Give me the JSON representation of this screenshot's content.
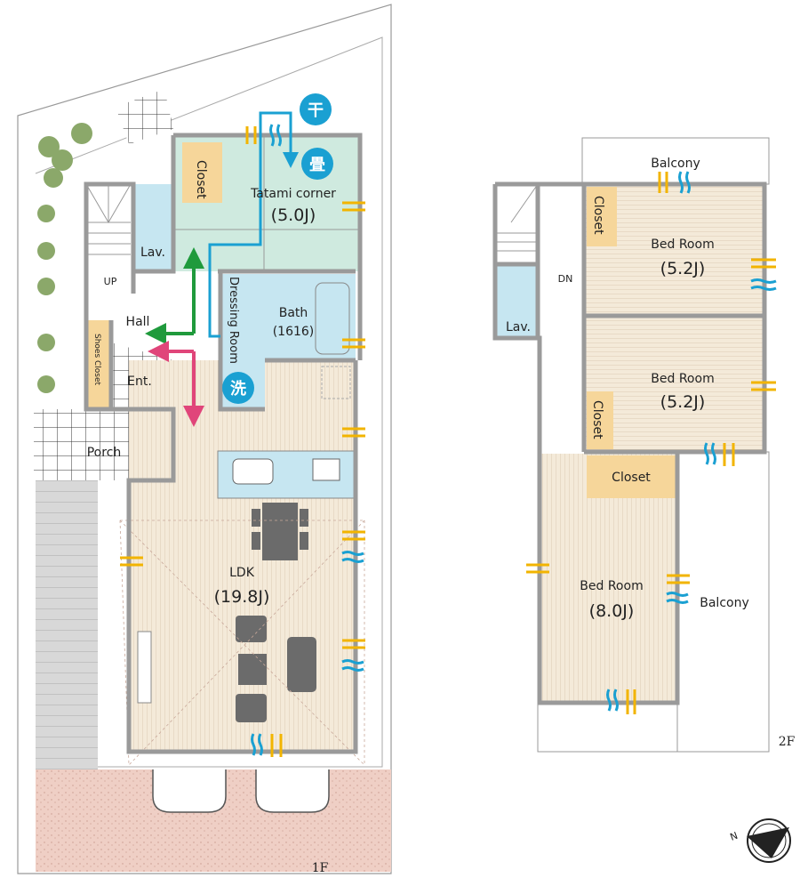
{
  "colors": {
    "tatami": "#cfeadf",
    "wet": "#c6e6f1",
    "closet": "#f6d69a",
    "wood": "#f4ead9",
    "parking": "#efcfc5",
    "wall": "#9a9a9a",
    "accent_blue": "#1aa0d2",
    "arrow_green": "#1f9a3c",
    "arrow_pink": "#e0457a",
    "window_yellow": "#f2b400"
  },
  "floor1": {
    "label": "1F",
    "rooms": {
      "tatami": "Tatami corner",
      "tatami_size": "(5.0J)",
      "closet": "Closet",
      "lav": "Lav.",
      "up": "UP",
      "hall": "Hall",
      "shoes_closet": "Shoes Closet",
      "ent": "Ent.",
      "porch": "Porch",
      "dressing": "Dressing Room",
      "bath": "Bath",
      "bath_size": "(1616)",
      "ldk": "LDK",
      "ldk_size": "(19.8J)"
    },
    "badges": {
      "drying": "干",
      "tatami": "畳",
      "washing": "洗"
    }
  },
  "floor2": {
    "label": "2F",
    "rooms": {
      "balcony_top": "Balcony",
      "closet1": "Closet",
      "bed1": "Bed Room",
      "bed1_size": "(5.2J)",
      "dn": "DN",
      "lav": "Lav.",
      "bed2": "Bed Room",
      "bed2_size": "(5.2J)",
      "closet2": "Closet",
      "closet3": "Closet",
      "bed3": "Bed Room",
      "bed3_size": "(8.0J)",
      "balcony_right": "Balcony"
    }
  },
  "compass": {
    "north": "N"
  }
}
